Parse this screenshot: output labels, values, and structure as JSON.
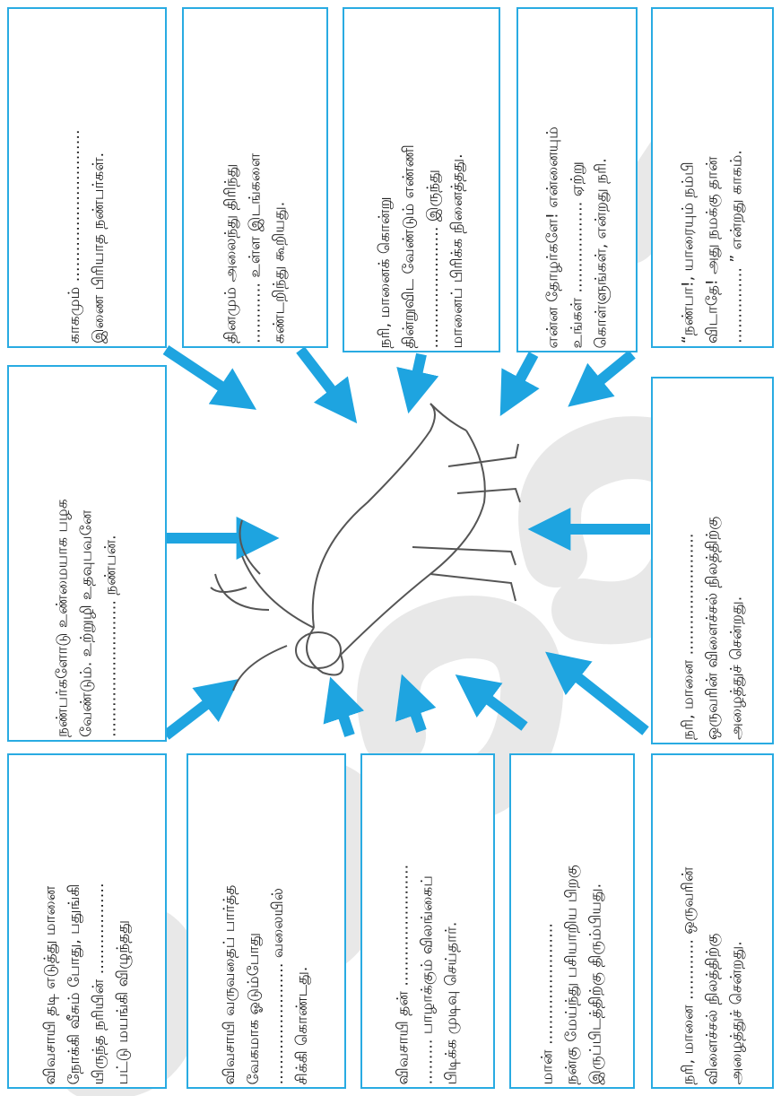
{
  "cards": [
    {
      "id": "top-1",
      "lines": [
        "காகமும் …………………………",
        "இணை பிரியாத நண்பர்கள்."
      ]
    },
    {
      "id": "top-2",
      "lines": [
        "தினமும் அலைந்து திரிந்து",
        "………… உள்ள இடங்களை",
        "கண்டறிந்து கூறியது."
      ]
    },
    {
      "id": "top-3",
      "lines": [
        "நரி, மானைக் கொன்று",
        "தின்றுவிட வேண்டும் எண்ணி",
        "…………………… இருந்து",
        "மானைப் பிரிக்க நினைத்தது."
      ]
    },
    {
      "id": "top-4",
      "lines": [
        "என்ன தோழர்களே! என்னையும்",
        "உங்கள் ……………… ஏற்று",
        "கொள்ளுங்கள், என்றது நரி."
      ]
    },
    {
      "id": "top-5",
      "lines": [
        "“நண்பா!, யாரையும் நம்பி",
        "விடாதே! அது நமக்கு தான்",
        "…………… ” என்றது காகம்."
      ]
    },
    {
      "id": "mid-left",
      "lines": [
        "நண்பர்களோடு உண்மையாக பழக",
        "வேண்டும். உற்றுழி உதவுபவனே",
        "……………………… நண்பன்."
      ]
    },
    {
      "id": "mid-right",
      "lines": [
        "நரி, மானை ……………………",
        "ஒருவரின் விளைச்சல் நிலத்திற்கு",
        "அழைத்துச் சென்றது."
      ]
    },
    {
      "id": "bot-1",
      "lines": [
        "விவசாயி தடி எடுத்து மானை",
        "நோக்கி வீசும் போது, பதுங்கி",
        "யிருந்த நரியின் ………………",
        "பட்டு மயங்கி விழுந்தது"
      ]
    },
    {
      "id": "bot-2",
      "lines": [
        "விவசாயி வருவதைப் பார்த்த",
        "வேகமாக ஓடும்போது",
        "…………………… வலையில்",
        "சிக்கி கொண்டது."
      ]
    },
    {
      "id": "bot-3",
      "lines": [
        "விவசாயி தன் ……………………",
        "……… பாழாக்கும் விலங்கைப்",
        "பிடிக்க முடிவு செய்தார்."
      ]
    },
    {
      "id": "bot-4",
      "lines": [
        "மான் ……………………",
        "நன்கு மேய்ந்து பசியாறிய பிறகு",
        "இருப்பிடத்திற்கு திரும்பியது."
      ]
    },
    {
      "id": "bot-5",
      "lines": [
        "நரி, மானை ………… ஒருவரின்",
        "விளைச்சல் நிலத்திற்கு",
        "அழைத்துச் சென்றது."
      ]
    }
  ],
  "watermark": "sasadai",
  "colors": {
    "border": "#29abe2",
    "arrow": "#1ea4e0",
    "watermark": "#d9d9d9"
  }
}
